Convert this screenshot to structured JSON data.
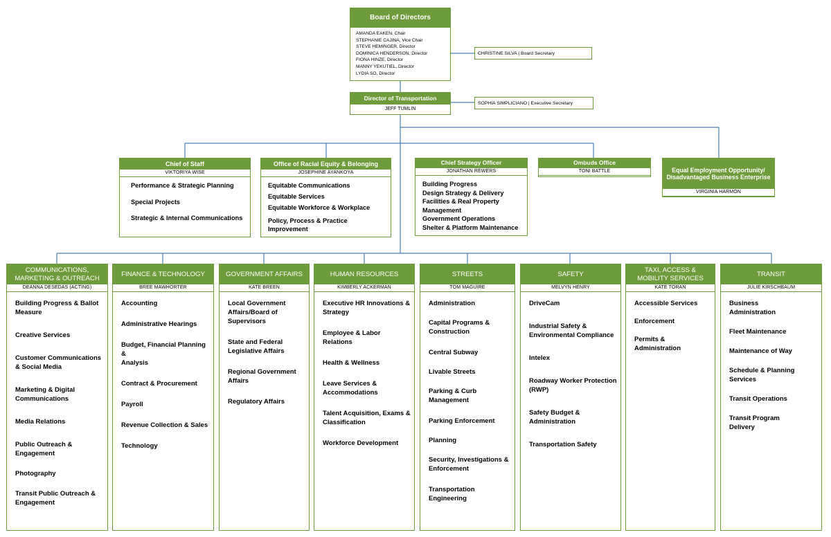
{
  "board": {
    "title": "Board of Directors",
    "members": [
      "AMANDA EAKEN, Chair",
      "STEPHANIE CAJINA, Vice Chair",
      "STEVE HEMINGER, Director",
      "DOMINICA HENDERSON, Director",
      "FIONA HINZE, Director",
      "MANNY YEKUTIEL, Director",
      "LYDIA SO, Director"
    ],
    "secretary": "CHRISTINE SILVA |   Board Secretary"
  },
  "director": {
    "title": "Director of Transportation",
    "name": "JEFF TUMLIN",
    "secretary": "SOPHIA SIMPLICIANO    |   Executive Secretary"
  },
  "offices": [
    {
      "title": "Chief of Staff",
      "name": "VIKTORIYA WISE",
      "items": [
        "Performance & Strategic Planning",
        "Special Projects",
        "Strategic & Internal Communications"
      ]
    },
    {
      "title": "Office of Racial Equity & Belonging",
      "name": "JOSEPHINE AYANKOYA",
      "items": [
        "Equitable Communications",
        "Equitable Services",
        "Equitable Workforce & Workplace",
        "Policy, Process & Practice Improvement"
      ]
    },
    {
      "title": "Chief Strategy Officer",
      "name": "JONATHAN REWERS",
      "items": [
        "Building Progress",
        "Design Strategy & Delivery",
        "Facilities & Real Property Management",
        "Government Operations",
        "Shelter & Platform Maintenance"
      ]
    },
    {
      "title": "Ombuds Office",
      "name": "TONI BATTLE",
      "items": []
    },
    {
      "title": "Equal Employment Opportunity/\nDisadvantaged Business Enterprise",
      "name": "VIRGINIA HARMON",
      "items": []
    }
  ],
  "divisions": [
    {
      "title": "COMMUNICATIONS,\nMARKETING & OUTREACH",
      "name": "DEANNA DESEDAS (ACTING)",
      "items": [
        "Building Progress & Ballot\nMeasure",
        "Creative Services",
        "Customer Communications\n& Social Media",
        "Marketing & Digital\nCommunications",
        "Media Relations",
        "Public Outreach &\nEngagement",
        "Photography",
        "Transit Public Outreach &\nEngagement"
      ]
    },
    {
      "title": "FINANCE & TECHNOLOGY",
      "name": "BREE MAWHORTER",
      "items": [
        "Accounting",
        "Administrative Hearings",
        "Budget, Financial Planning &\nAnalysis",
        "Contract & Procurement",
        "Payroll",
        "Revenue Collection & Sales",
        "Technology"
      ]
    },
    {
      "title": "GOVERNMENT AFFAIRS",
      "name": "KATE BREEN",
      "items": [
        "Local Government\nAffairs/Board of\nSupervisors",
        "State and Federal\nLegislative Affairs",
        "Regional Government\nAffairs",
        "Regulatory Affairs"
      ]
    },
    {
      "title": "HUMAN RESOURCES",
      "name": "KIMBERLY ACKERMAN",
      "items": [
        "Executive HR Innovations &\nStrategy",
        "Employee & Labor Relations",
        "Health & Wellness",
        "Leave Services &\nAccommodations",
        "Talent Acquisition, Exams &\nClassification",
        "Workforce Development"
      ]
    },
    {
      "title": "STREETS",
      "name": "TOM MAGUIRE",
      "items": [
        "Administration",
        "Capital Programs &\nConstruction",
        "Central Subway",
        "Livable Streets",
        "Parking & Curb Management",
        "Parking Enforcement",
        "Planning",
        "Security, Investigations &\nEnforcement",
        "Transportation Engineering"
      ]
    },
    {
      "title": "SAFETY",
      "name": "MELVYN HENRY",
      "items": [
        "DriveCam",
        "Industrial Safety &\nEnvironmental Compliance",
        "Intelex",
        "Roadway Worker Protection\n(RWP)",
        "Safety Budget &\nAdministration",
        "Transportation Safety"
      ]
    },
    {
      "title": "TAXI, ACCESS &\nMOBILITY SERVICES",
      "name": "KATE  TORAN",
      "items": [
        "Accessible Services",
        "Enforcement",
        "Permits &\nAdministration"
      ]
    },
    {
      "title": "TRANSIT",
      "name": "JULIE KIRSCHBAUM",
      "items": [
        "Business\nAdministration",
        "Fleet Maintenance",
        "Maintenance of Way",
        "Schedule & Planning\nServices",
        "Transit Operations",
        "Transit Program\nDelivery"
      ]
    }
  ],
  "colors": {
    "header_green": "#6e9c3c",
    "connector_blue": "#4a7ebb"
  }
}
